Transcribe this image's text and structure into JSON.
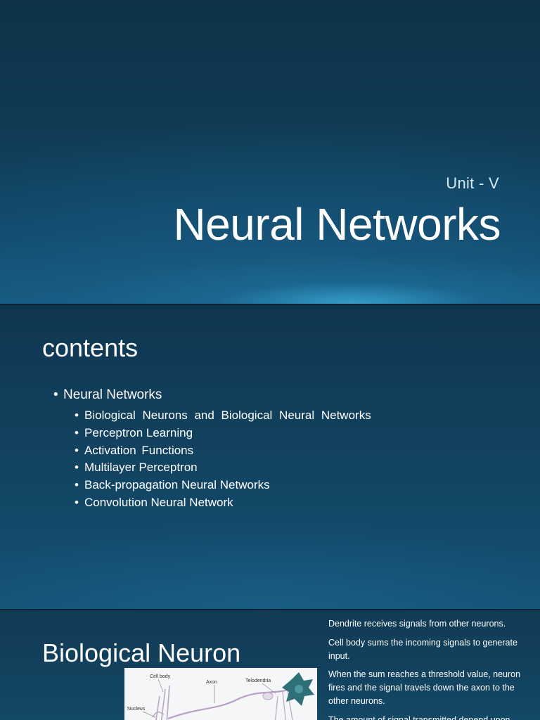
{
  "slide1": {
    "subtitle": "Unit - V",
    "title": "Neural Networks"
  },
  "slide2": {
    "heading": "contents",
    "main_item": "Neural Networks",
    "sub_items": [
      "Biological Neurons and Biological Neural Networks",
      "Perceptron Learning",
      "Activation Functions",
      "Multilayer Perceptron",
      "Back-propagation Neural Networks",
      "Convolution Neural Network"
    ]
  },
  "slide3": {
    "heading": "Biological Neuron",
    "figure_labels": {
      "cell_body": "Cell body",
      "axon": "Axon",
      "telodendria": "Telodendria",
      "nucleus": "Nucleus"
    },
    "paragraphs": [
      "Dendrite receives signals from other neurons.",
      "Cell body sums the incoming signals to generate input.",
      "When the sum reaches a threshold value, neuron fires and the signal travels down the axon to the other neurons.",
      "The amount of signal transmitted depend upon"
    ]
  },
  "colors": {
    "background": "#0b2a3d",
    "text": "#ffffff",
    "glow": "#3aa8d6"
  }
}
